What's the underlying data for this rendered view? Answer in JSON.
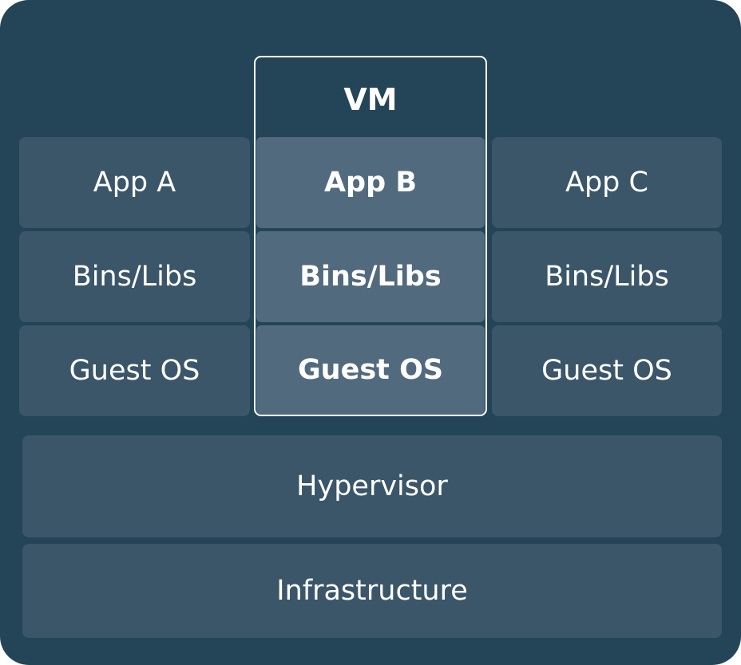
{
  "diagram": {
    "vm_label": "VM",
    "columns": [
      {
        "app": "App A",
        "libs": "Bins/Libs",
        "os": "Guest OS",
        "highlighted": false
      },
      {
        "app": "App B",
        "libs": "Bins/Libs",
        "os": "Guest OS",
        "highlighted": true
      },
      {
        "app": "App C",
        "libs": "Bins/Libs",
        "os": "Guest OS",
        "highlighted": false
      }
    ],
    "hypervisor": "Hypervisor",
    "infrastructure": "Infrastructure"
  },
  "colors": {
    "background": "#244458",
    "block": "#3b5669",
    "highlight_block": "#526a7d",
    "text": "#ffffff",
    "vm_border": "#ffffff"
  }
}
